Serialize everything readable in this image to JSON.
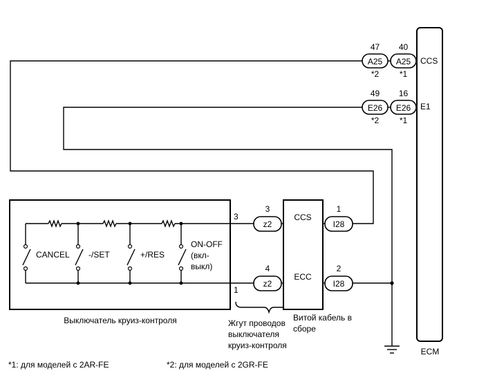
{
  "ecm": {
    "label": "ECM",
    "pins": {
      "ccs": "CCS",
      "e1": "E1"
    }
  },
  "connectors": {
    "a25_left": {
      "name": "A25",
      "pin": "47",
      "note": "*2"
    },
    "a25_right": {
      "name": "A25",
      "pin": "40",
      "note": "*1"
    },
    "e26_left": {
      "name": "E26",
      "pin": "49",
      "note": "*2"
    },
    "e26_right": {
      "name": "E26",
      "pin": "16",
      "note": "*1"
    },
    "z2_top": {
      "name": "z2",
      "pin": "3"
    },
    "z2_bottom": {
      "name": "z2",
      "pin": "4"
    },
    "i28_top": {
      "name": "I28",
      "pin": "1"
    },
    "i28_bottom": {
      "name": "I28",
      "pin": "2"
    }
  },
  "switch_block": {
    "caption": "Выключатель круиз-контроля",
    "pin_top": "3",
    "pin_bottom": "1",
    "switches": {
      "cancel": "CANCEL",
      "set": "-/SET",
      "res": "+/RES",
      "onoff_line1": "ON-OFF",
      "onoff_line2": "(вкл-",
      "onoff_line3": "выкл)"
    }
  },
  "harness": {
    "line1": "Жгут проводов",
    "line2": "выключателя",
    "line3": "круиз-контроля"
  },
  "spiral_cable": {
    "line1": "Витой кабель в",
    "line2": "сборе",
    "term_top": "CCS",
    "term_bottom": "ECC"
  },
  "footnotes": {
    "note1": "*1: для моделей с 2AR-FE",
    "note2": "*2: для моделей с 2GR-FE"
  }
}
